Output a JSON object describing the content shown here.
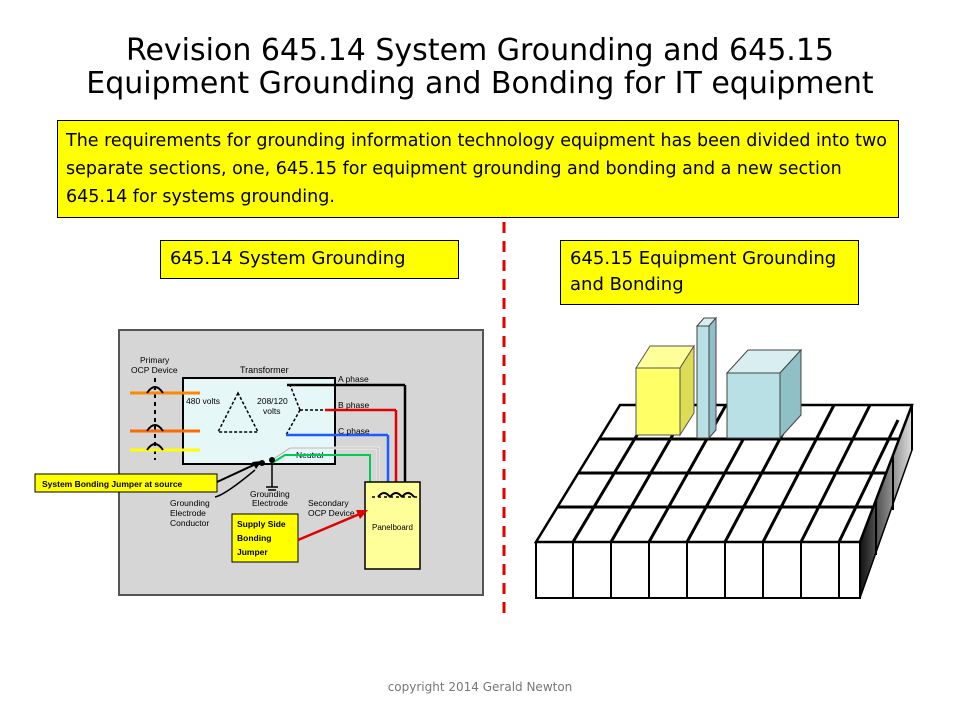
{
  "title": {
    "line1": "Revision 645.14  System Grounding and 645.15",
    "line2": "Equipment Grounding and Bonding for IT equipment"
  },
  "intro": "The requirements for grounding information technology equipment has been divided into two separate sections, one, 645.15  for equipment grounding and bonding and a new section 645.14 for systems grounding.",
  "left_label": "645.14 System Grounding",
  "right_label": "645.15 Equipment Grounding and Bonding",
  "wiring_diagram": {
    "primary_ocp": [
      "Primary",
      "OCP Device"
    ],
    "transformer": "Transformer",
    "primary_voltage": "480 volts",
    "secondary_voltage": [
      "208/120",
      "volts"
    ],
    "a_phase": "A phase",
    "b_phase": "B phase",
    "c_phase": "C phase",
    "neutral": "Neutral",
    "system_bonding_jumper": "System Bonding Jumper at source",
    "grounding_electrode_conductor": [
      "Grounding",
      "Electrode",
      "Conductor"
    ],
    "grounding_electrode": [
      "Grounding",
      "Electrode"
    ],
    "secondary_ocp": [
      "Secondary",
      "OCP Device"
    ],
    "supply_side_bonding_jumper": [
      "Supply Side",
      "Bonding",
      "Jumper"
    ],
    "panelboard": "Panelboard"
  },
  "colors": {
    "highlight": "#ffff00",
    "divider": "#e00000",
    "diagram_bg": "#d6d6d6",
    "transformer_bg": "#e6f7f7",
    "panelboard_bg": "#ffff99",
    "cabinet_yellow": "#ffff66",
    "cabinet_blue": "#b9e0e4"
  },
  "copyright": "copyright 2014 Gerald Newton"
}
